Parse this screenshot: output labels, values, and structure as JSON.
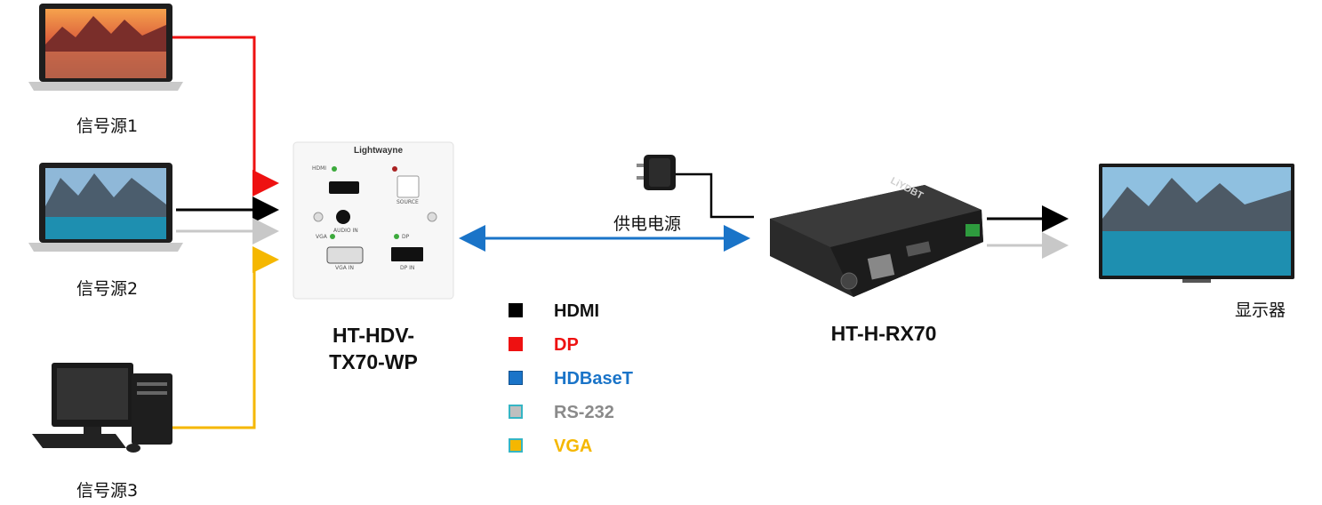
{
  "labels": {
    "source1": "信号源1",
    "source2": "信号源2",
    "source3": "信号源3",
    "power": "供电电源",
    "display": "显示器"
  },
  "devices": {
    "transmitter": {
      "model_line1": "HT-HDV-",
      "model_line2": "TX70-WP",
      "brand": "Lightwayne",
      "ports": {
        "hdmi": "HDMI",
        "source": "SOURCE",
        "audio": "AUDIO IN",
        "vga": "VGA",
        "vga_in": "VGA IN",
        "dp": "DP",
        "dp_in": "DP IN"
      }
    },
    "receiver": {
      "model": "HT-H-RX70",
      "brand": "LiYDBT"
    }
  },
  "legend": [
    {
      "name": "HDMI",
      "color": "#000000"
    },
    {
      "name": "DP",
      "color": "#ee1111"
    },
    {
      "name": "HDBaseT",
      "color": "#1a74c8"
    },
    {
      "name": "RS-232",
      "color": "#bfbfbf"
    },
    {
      "name": "VGA",
      "color": "#f5b700"
    }
  ],
  "colors": {
    "hdmi": "#000000",
    "dp": "#ee1111",
    "hdbaset": "#1a74c8",
    "rs232": "#c8c8c8",
    "vga": "#f5b700"
  }
}
